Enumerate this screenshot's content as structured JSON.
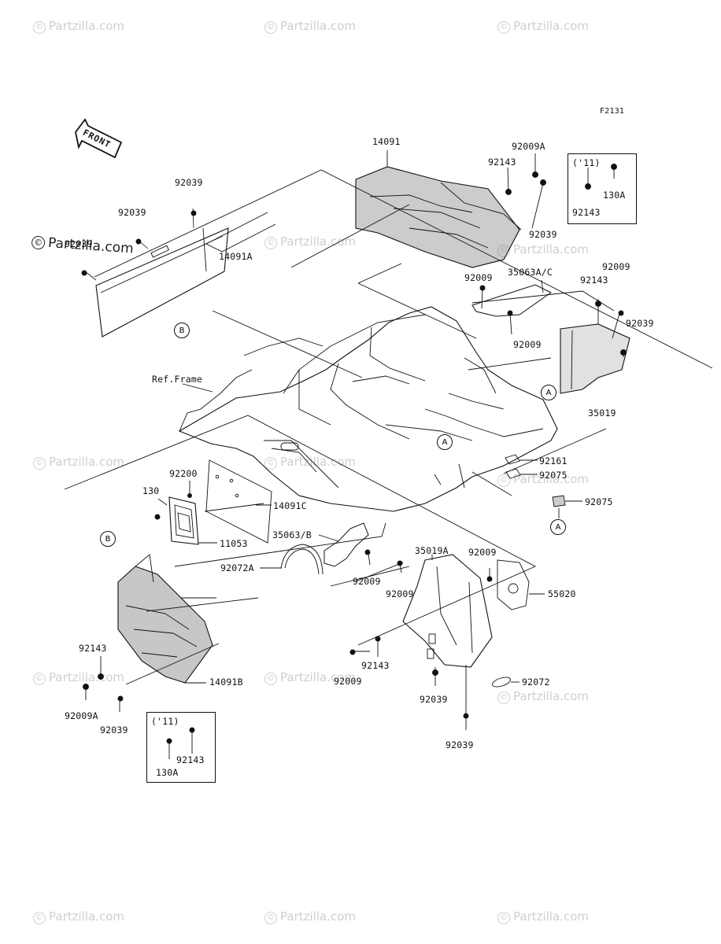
{
  "diagram": {
    "code": "F2131",
    "front_label": "FRONT",
    "ref_frame": "Ref.Frame",
    "labels": {
      "p14091": "14091",
      "p92009A_top": "92009A",
      "p92143_top": "92143",
      "p92039_top_r": "92039",
      "p92039_l1": "92039",
      "p92039_l2": "92039",
      "p92039_l3": "92039",
      "p14091A": "14091A",
      "p92009_m1": "92009",
      "p35063AC": "35063A/C",
      "p92009_m2": "92009",
      "p92143_m": "92143",
      "p92009_m3": "92009",
      "p92039_m": "92039",
      "p35019": "35019",
      "p92161": "92161",
      "p92075_a": "92075",
      "p92075_b": "92075",
      "p92200": "92200",
      "p130": "130",
      "p14091C": "14091C",
      "p11053": "11053",
      "p35063B": "35063/B",
      "p92072A": "92072A",
      "p92009_b1": "92009",
      "p92009_b2": "92009",
      "p35019A": "35019A",
      "p92009_b3": "92009",
      "p55020": "55020",
      "p92143_b": "92143",
      "p14091B": "14091B",
      "p92009A_b": "92009A",
      "p92039_b1": "92039",
      "p92009_b4": "92009",
      "p92143_b2": "92143",
      "p92039_b2": "92039",
      "p92072": "92072",
      "p92039_b3": "92039"
    },
    "note_top": {
      "year": "('11)",
      "part1": "130A",
      "part2": "92143"
    },
    "note_bottom": {
      "year": "('11)",
      "part1": "92143",
      "part2": "130A"
    },
    "callouts": {
      "b_top": "B",
      "a_right": "A",
      "a_mid": "A",
      "a_lower": "A",
      "b_lower": "B"
    }
  },
  "watermarks": {
    "text": "Partzilla.com",
    "symbol": "©"
  }
}
